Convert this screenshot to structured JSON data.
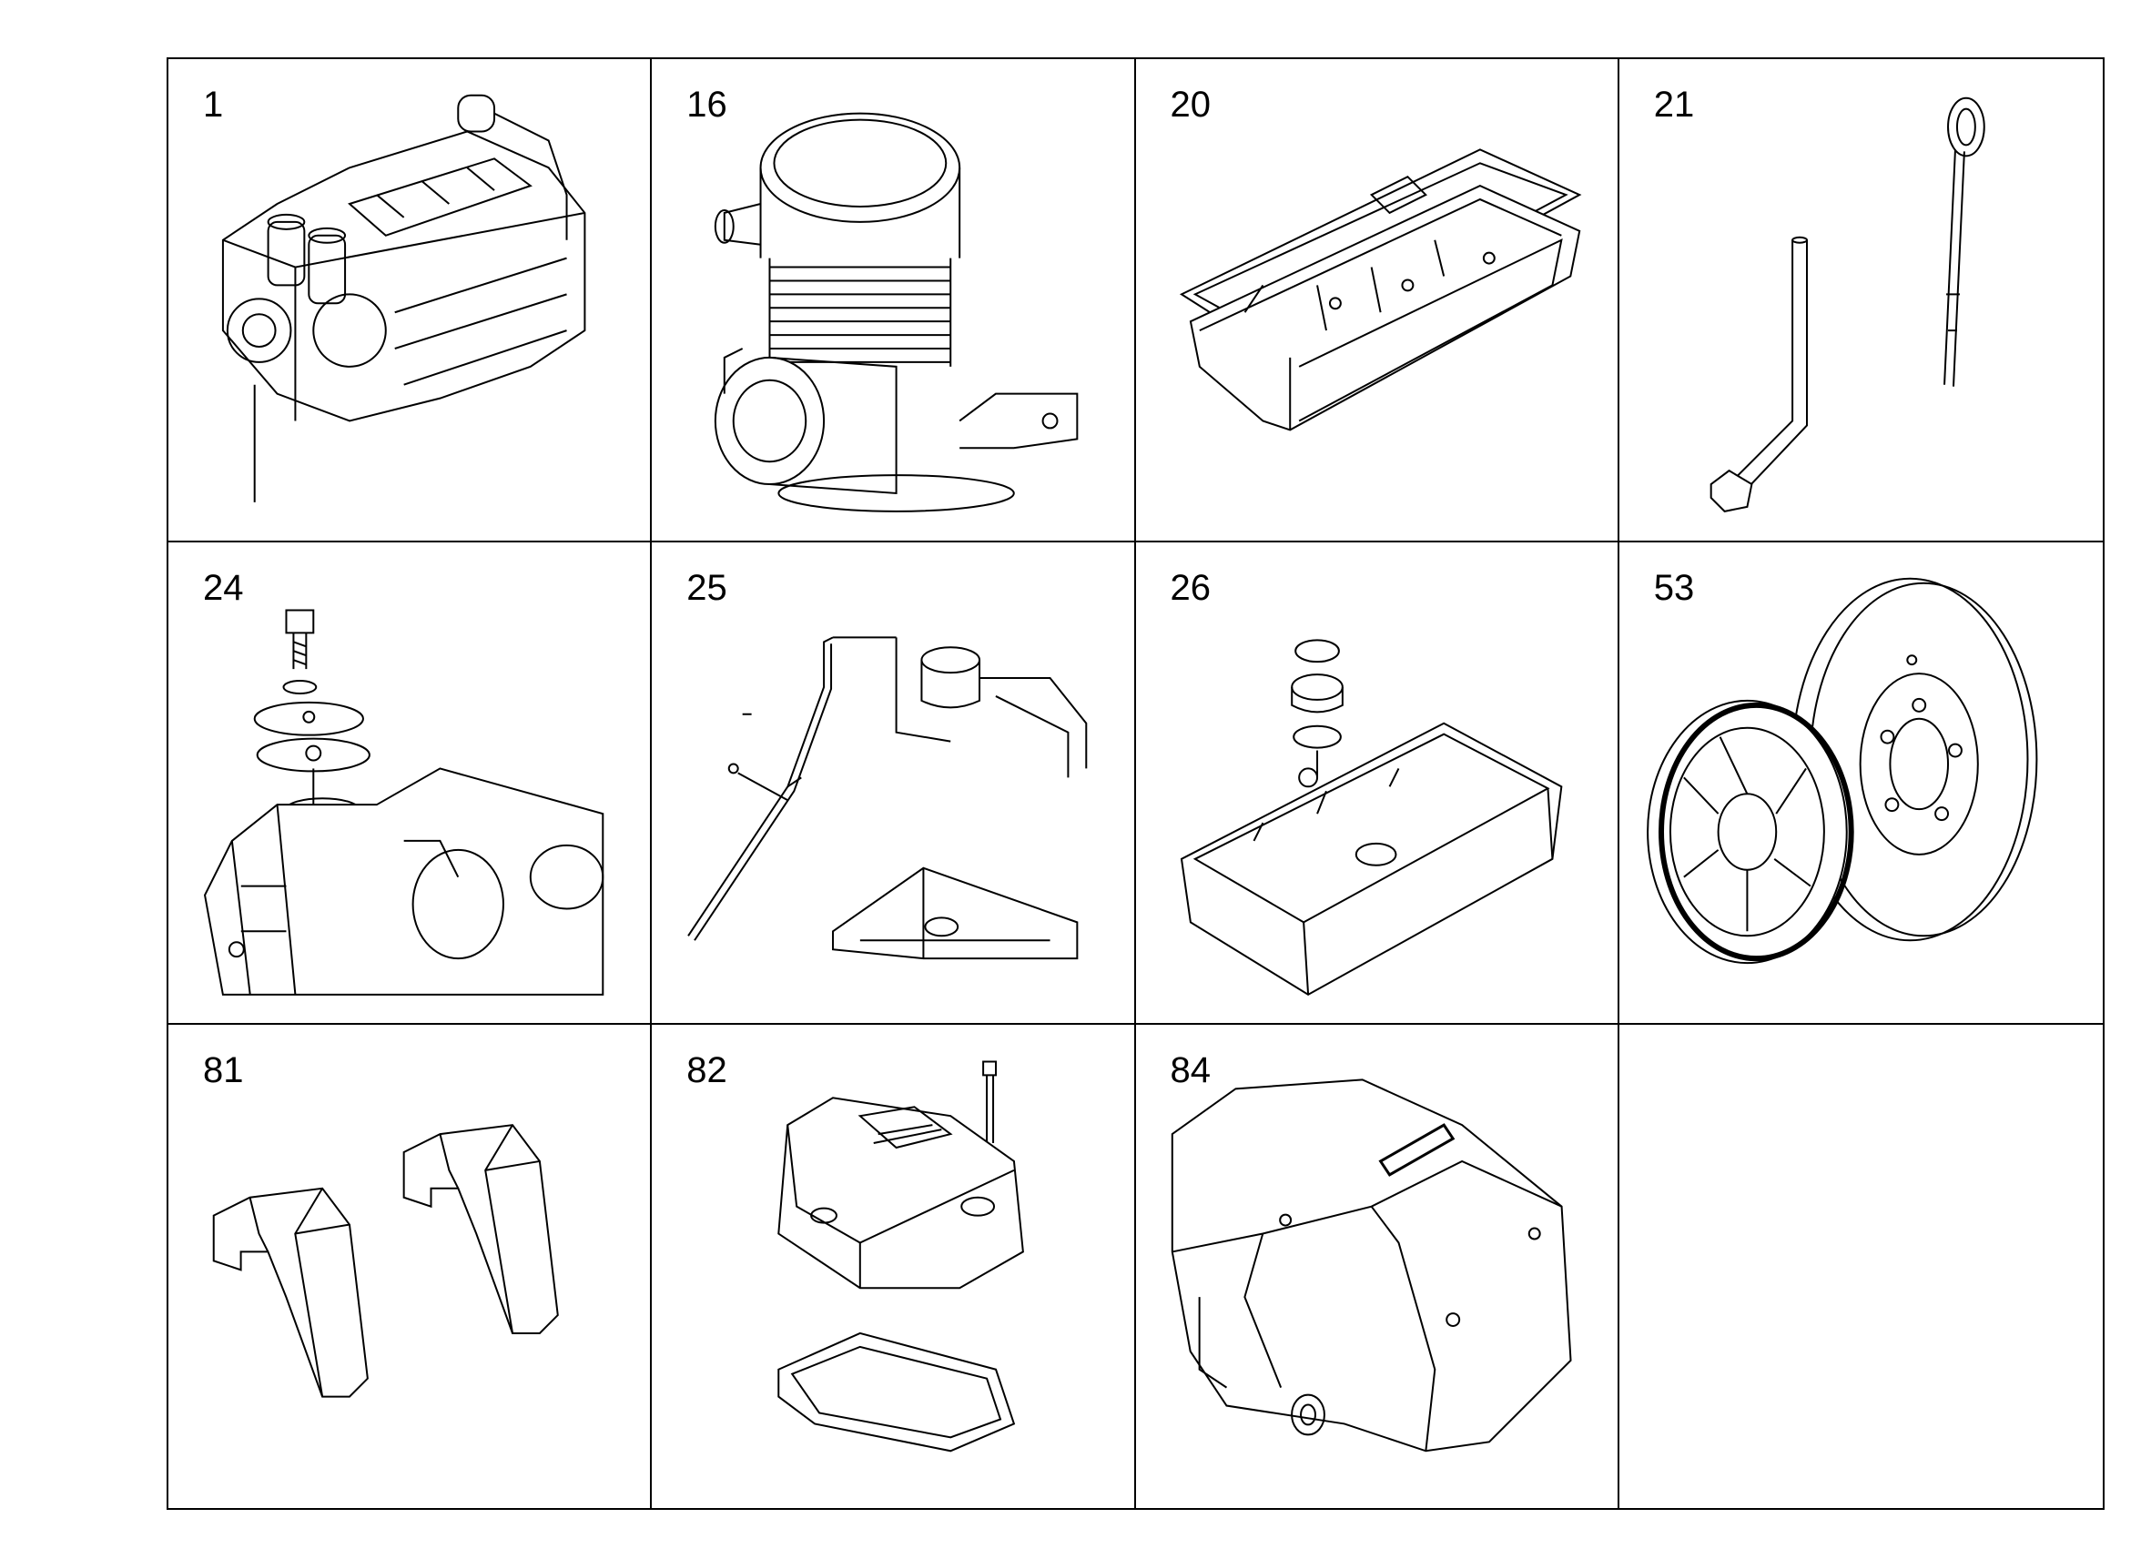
{
  "parts": [
    {
      "number": "1",
      "icon": "engine-block-icon"
    },
    {
      "number": "16",
      "icon": "air-filter-canister-icon"
    },
    {
      "number": "20",
      "icon": "oil-pan-gasket-icon"
    },
    {
      "number": "21",
      "icon": "dipstick-and-tube-icon"
    },
    {
      "number": "24",
      "icon": "cover-plate-bolt-icon"
    },
    {
      "number": "25",
      "icon": "breather-line-icon"
    },
    {
      "number": "26",
      "icon": "oil-pan-drain-icon"
    },
    {
      "number": "53",
      "icon": "pulley-damper-icon"
    },
    {
      "number": "81",
      "icon": "lifting-bracket-icon"
    },
    {
      "number": "82",
      "icon": "valve-cover-gasket-icon"
    },
    {
      "number": "84",
      "icon": "engine-cover-icon"
    },
    {
      "number": "",
      "icon": ""
    }
  ]
}
